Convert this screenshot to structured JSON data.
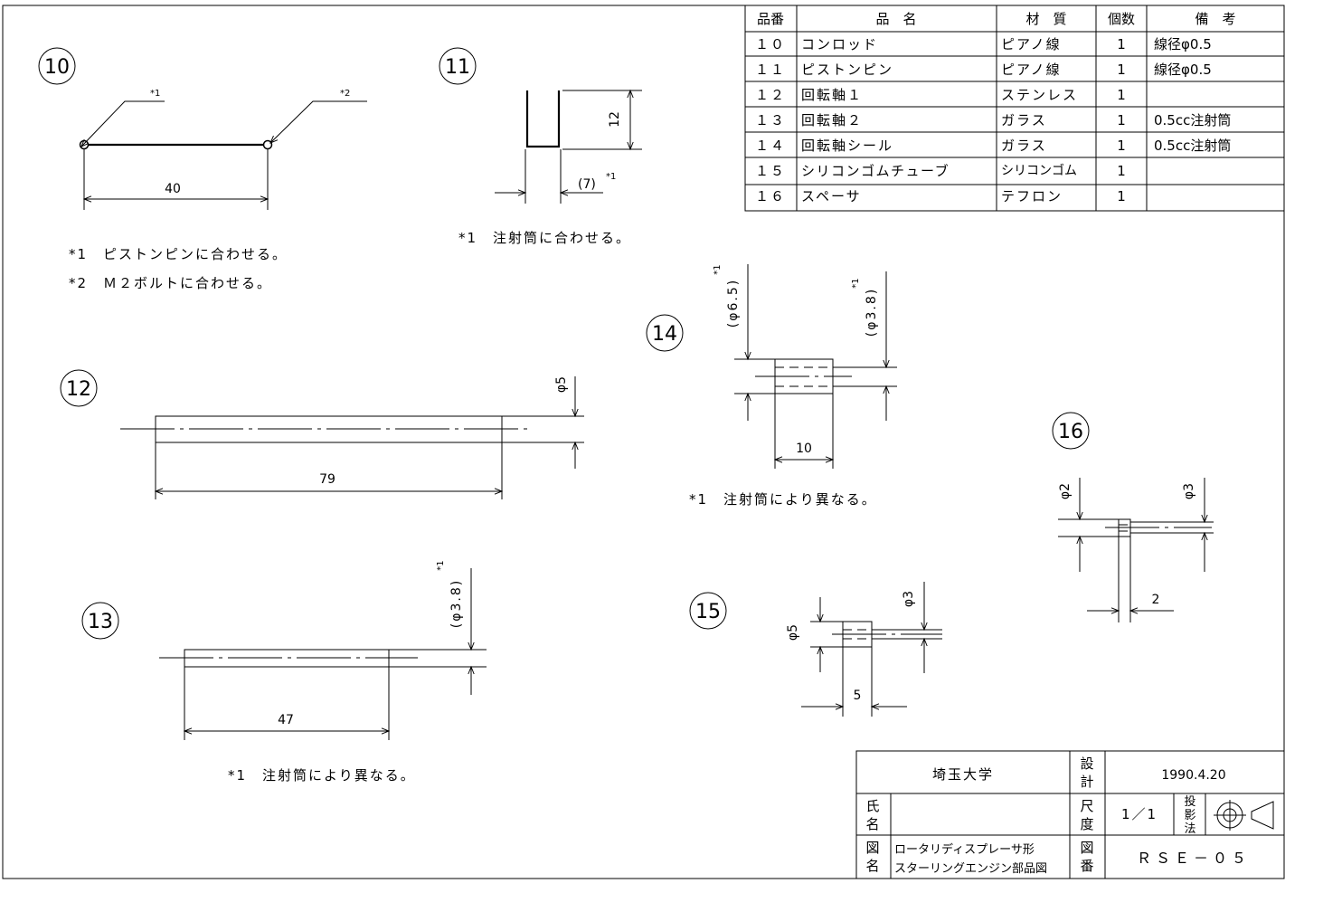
{
  "parts_table": {
    "headers": [
      "品番",
      "品　名",
      "材　質",
      "個数",
      "備　考"
    ],
    "rows": [
      {
        "no": "１０",
        "name": "コンロッド",
        "material": "ピアノ線",
        "qty": "1",
        "note": "線径φ0.5"
      },
      {
        "no": "１１",
        "name": "ピストンピン",
        "material": "ピアノ線",
        "qty": "1",
        "note": "線径φ0.5"
      },
      {
        "no": "１２",
        "name": "回転軸１",
        "material": "ステンレス",
        "qty": "1",
        "note": ""
      },
      {
        "no": "１３",
        "name": "回転軸２",
        "material": "ガラス",
        "qty": "1",
        "note": "0.5cc注射筒"
      },
      {
        "no": "１４",
        "name": "回転軸シール",
        "material": "ガラス",
        "qty": "1",
        "note": "0.5cc注射筒"
      },
      {
        "no": "１５",
        "name": "シリコンゴムチューブ",
        "material": "シリコンゴム",
        "qty": "1",
        "note": ""
      },
      {
        "no": "１６",
        "name": "スペーサ",
        "material": "テフロン",
        "qty": "1",
        "note": ""
      }
    ]
  },
  "part10": {
    "label": "10",
    "mark1": "*1",
    "mark2": "*2",
    "dim_length": "40",
    "note1": "*1　ピストンピンに合わせる。",
    "note2": "*2　Ｍ２ボルトに合わせる。"
  },
  "part11": {
    "label": "11",
    "dim_height": "12",
    "dim_width": "(7)",
    "dim_width_mark": "*1",
    "note1": "*1　注射筒に合わせる。"
  },
  "part12": {
    "label": "12",
    "dim_dia": "φ5",
    "dim_length": "79"
  },
  "part13": {
    "label": "13",
    "dim_dia": "(φ3.8)",
    "dim_dia_mark": "*1",
    "dim_length": "47",
    "note1": "*1　注射筒により異なる。"
  },
  "part14": {
    "label": "14",
    "dim_outer": "(φ6.5)",
    "dim_outer_mark": "*1",
    "dim_inner": "(φ3.8)",
    "dim_inner_mark": "*1",
    "dim_length": "10",
    "note1": "*1　注射筒により異なる。"
  },
  "part15": {
    "label": "15",
    "dim_outer": "φ5",
    "dim_inner": "φ3",
    "dim_length": "5"
  },
  "part16": {
    "label": "16",
    "dim_inner": "φ2",
    "dim_outer": "φ3",
    "dim_length": "2"
  },
  "title_block": {
    "org": "埼玉大学",
    "design_label": "設\n計",
    "design_label_1": "設",
    "design_label_2": "計",
    "date": "1990.4.20",
    "name_label_1": "氏",
    "name_label_2": "名",
    "name_value": "",
    "scale_label_1": "尺",
    "scale_label_2": "度",
    "scale": "1／1",
    "projection_label_1": "投",
    "projection_label_2": "影",
    "projection_label_3": "法",
    "drawing_name_label_1": "図",
    "drawing_name_label_2": "名",
    "drawing_name_line1": "ロータリディスプレーサ形",
    "drawing_name_line2": "スターリングエンジン部品図",
    "drawing_no_label_1": "図",
    "drawing_no_label_2": "番",
    "drawing_no": "ＲＳＥ－０５"
  }
}
